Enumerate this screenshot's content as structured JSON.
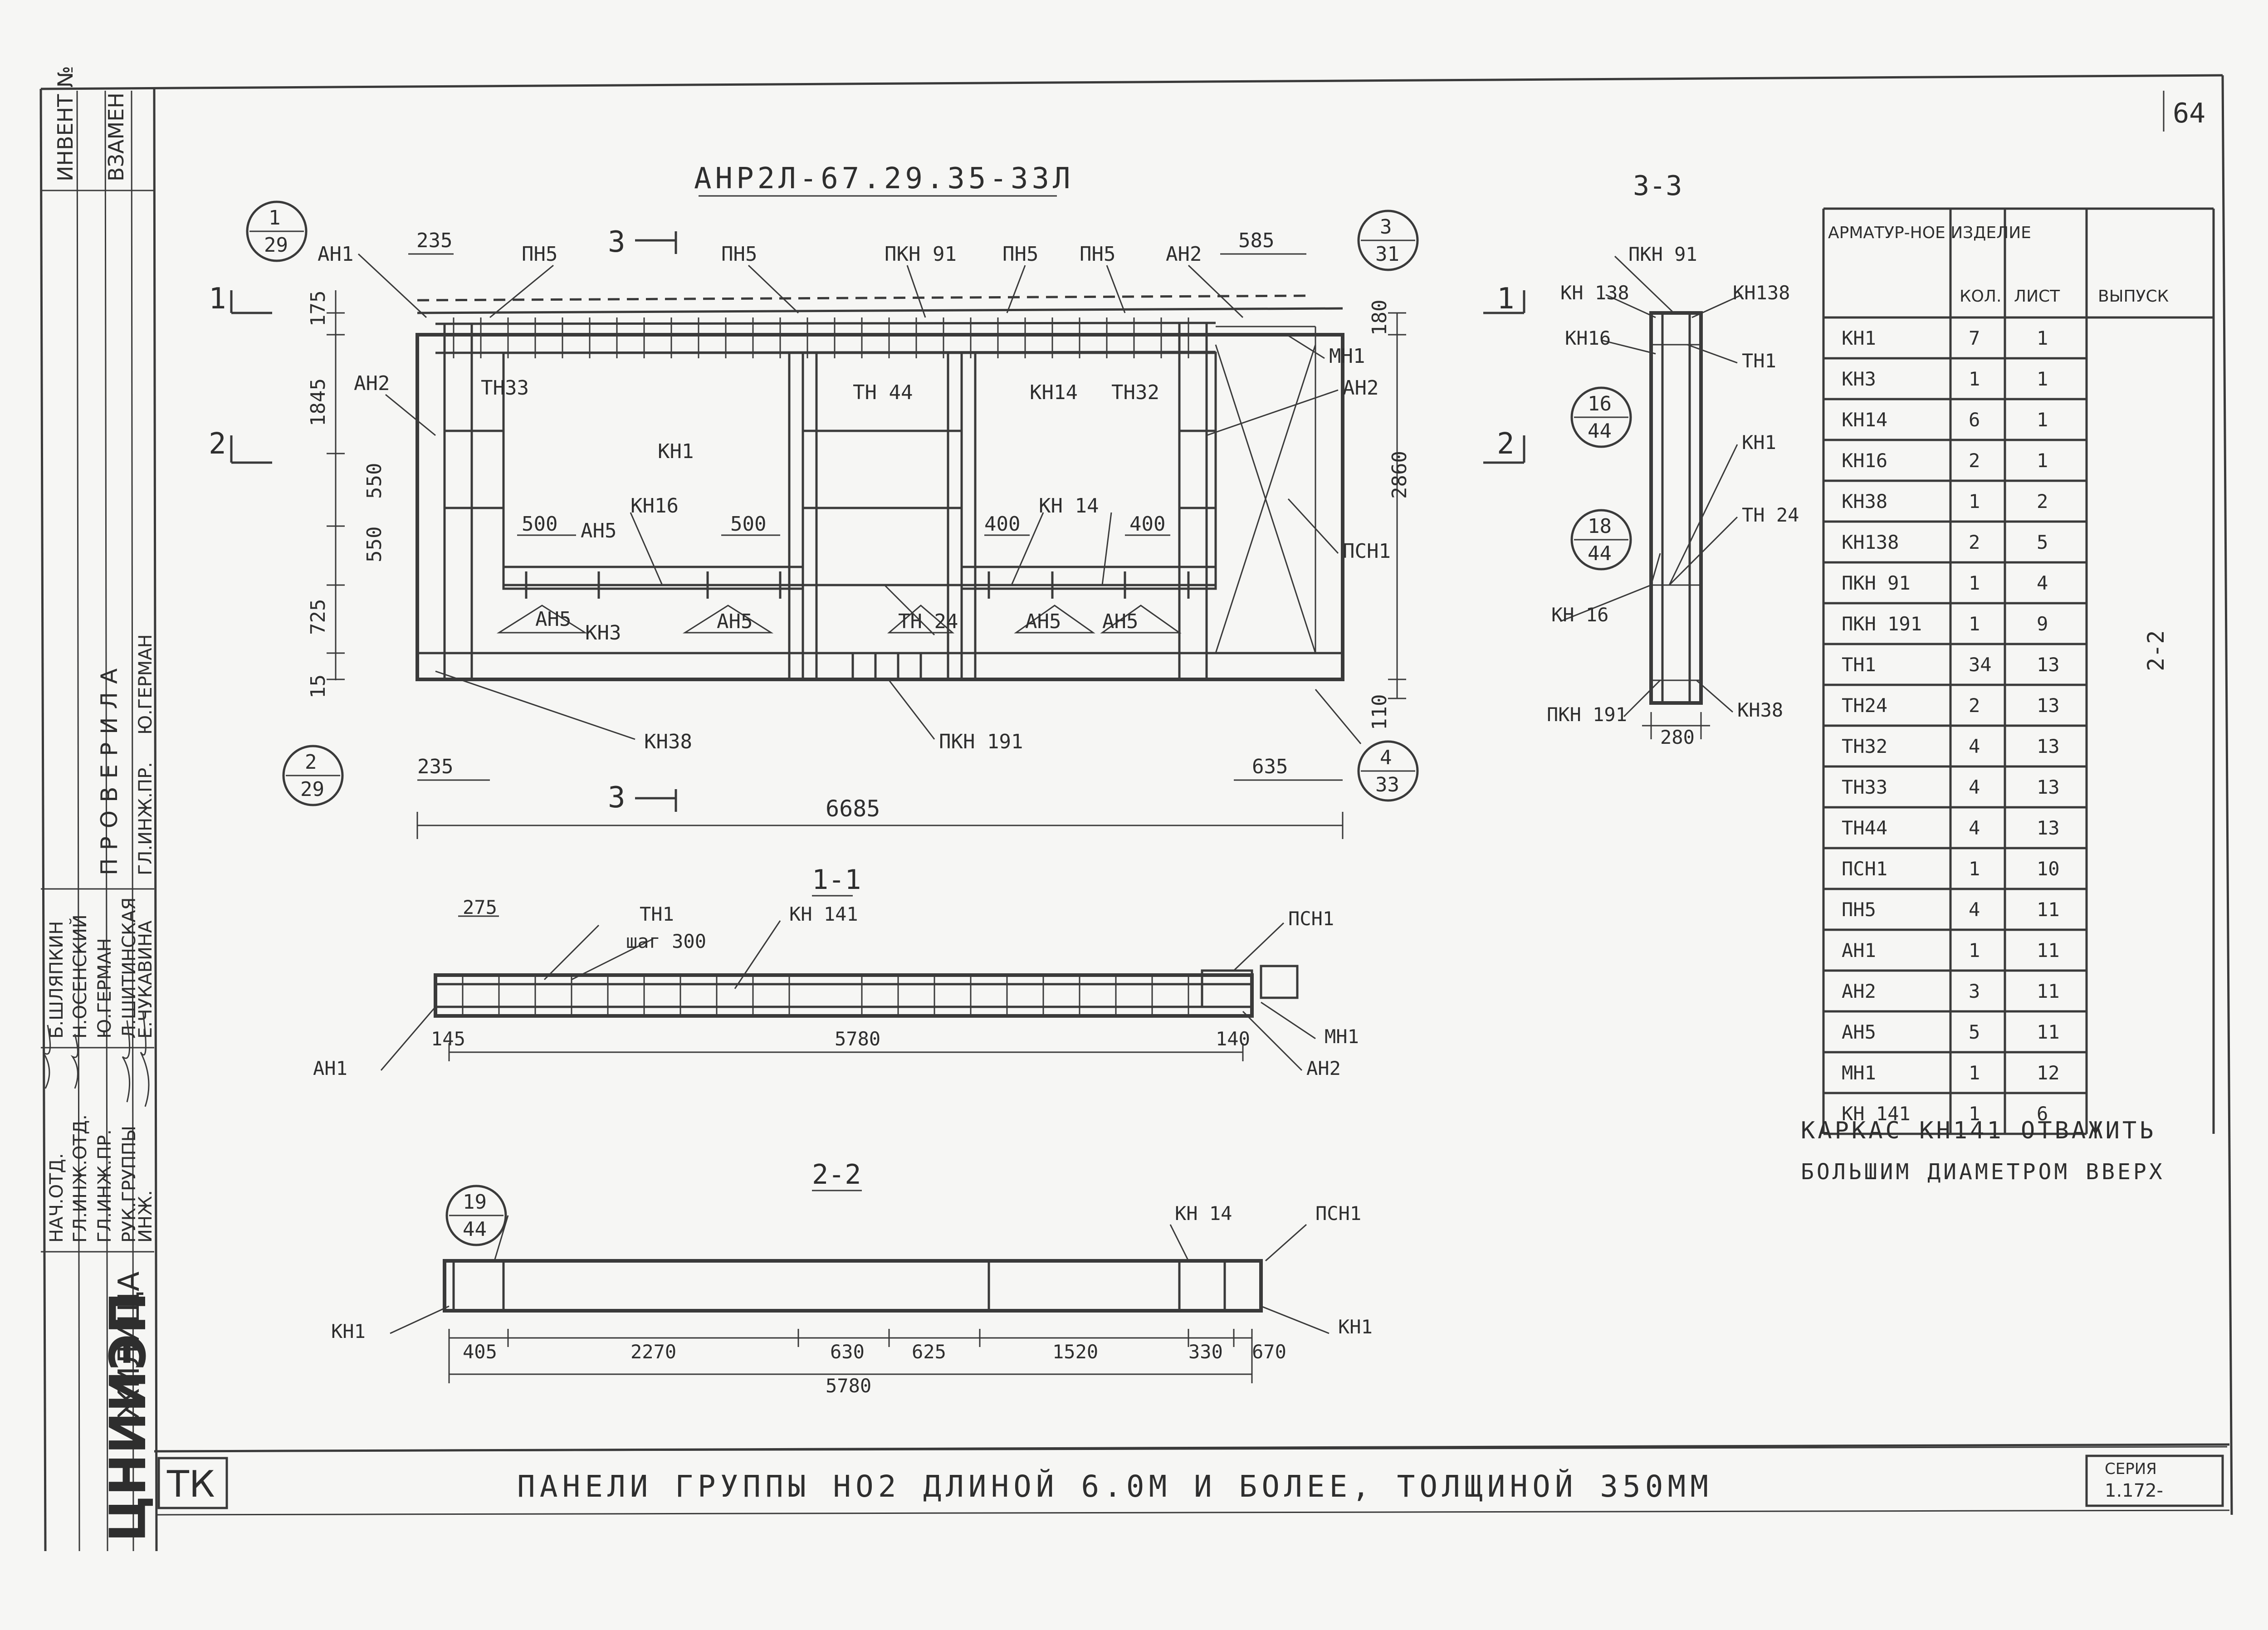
{
  "drawing": {
    "main_title": "АНР2Л-67.29.35-33Л",
    "sheet_no": "64",
    "callouts": {
      "c1": [
        "1",
        "29"
      ],
      "c2": [
        "2",
        "29"
      ],
      "c3": [
        "3",
        "31"
      ],
      "c4": [
        "4",
        "33"
      ],
      "c16": [
        "16",
        "44"
      ],
      "c18": [
        "18",
        "44"
      ],
      "c19": [
        "19",
        "44"
      ]
    },
    "section_marks": {
      "s1": "1",
      "s2": "2",
      "s3": "3"
    },
    "elevation_labels": {
      "an1": "АН1",
      "pn5a": "ПН5",
      "pn5b": "ПН5",
      "pkn91": "ПКН 91",
      "pn5c": "ПН5",
      "pn5d": "ПН5",
      "an2_top": "АН2",
      "mn1": "МН1",
      "an2_right": "АН2",
      "an2_left": "АН2",
      "th33": "ТН33",
      "th44": "ТН 44",
      "kn14_top": "КН14",
      "th32": "ТН32",
      "kn1": "КН1",
      "psn1": "ПСН1",
      "an5_1": "АН5",
      "kn16": "КН16",
      "kn14_mid": "КН 14",
      "an5_2": "АН5",
      "kn3": "КН3",
      "an5_3": "АН5",
      "th24": "ТН 24",
      "an5_4": "АН5",
      "an5_5": "АН5",
      "kn38": "КН38",
      "pkn191": "ПКН 191"
    },
    "elevation_dims": {
      "d235t": "235",
      "d585": "585",
      "d175": "175",
      "d180": "180",
      "d1845": "1845",
      "d550a": "550",
      "d550b": "550",
      "d2860": "2860",
      "d500a": "500",
      "d500b": "500",
      "d400a": "400",
      "d400b": "400",
      "d725": "725",
      "d15": "15",
      "d110": "110",
      "d235b": "235",
      "d635": "635",
      "d6685": "6685"
    },
    "section33": {
      "title": "3-3",
      "labels": {
        "pkn91": "ПКН 91",
        "kn138a": "КН 138",
        "kn138b": "КН138",
        "kn16a": "КН16",
        "th1": "ТН1",
        "kn1": "КН1",
        "th24": "ТН 24",
        "kn16b": "КН 16",
        "pkn191": "ПКН 191",
        "kn38": "КН38"
      },
      "dim280": "280"
    },
    "section11": {
      "title": "1-1",
      "labels": {
        "th1": "ТН1",
        "step": "шаг 300",
        "kn141": "КН 141",
        "psn1": "ПСН1",
        "an1": "АН1",
        "mn1": "МН1",
        "an2": "АН2"
      },
      "dims": {
        "d275": "275",
        "d145": "145",
        "d5780": "5780",
        "d140": "140"
      }
    },
    "section22": {
      "title": "2-2",
      "labels": {
        "kn1l": "КН1",
        "kn14": "КН 14",
        "psn1": "ПСН1",
        "kn1r": "КН1"
      },
      "dims": {
        "d405": "405",
        "d2270": "2270",
        "d630": "630",
        "d625": "625",
        "d1520": "1520",
        "d330": "330",
        "d670": "670",
        "d5780": "5780"
      }
    }
  },
  "spec_table": {
    "headers": [
      "АРМАТУР-НОЕ ИЗДЕЛИЕ",
      "КОЛ.",
      "ЛИСТ",
      "ВЫПУСК"
    ],
    "vypusk": "2-2",
    "rows": [
      [
        "КН1",
        "7",
        "1"
      ],
      [
        "КН3",
        "1",
        "1"
      ],
      [
        "КН14",
        "6",
        "1"
      ],
      [
        "КН16",
        "2",
        "1"
      ],
      [
        "КН38",
        "1",
        "2"
      ],
      [
        "КН138",
        "2",
        "5"
      ],
      [
        "ПКН 91",
        "1",
        "4"
      ],
      [
        "ПКН 191",
        "1",
        "9"
      ],
      [
        "ТН1",
        "34",
        "13"
      ],
      [
        "ТН24",
        "2",
        "13"
      ],
      [
        "ТН32",
        "4",
        "13"
      ],
      [
        "ТН33",
        "4",
        "13"
      ],
      [
        "ТН44",
        "4",
        "13"
      ],
      [
        "ПСН1",
        "1",
        "10"
      ],
      [
        "ПН5",
        "4",
        "11"
      ],
      [
        "АН1",
        "1",
        "11"
      ],
      [
        "АН2",
        "3",
        "11"
      ],
      [
        "АН5",
        "5",
        "11"
      ],
      [
        "МН1",
        "1",
        "12"
      ],
      [
        "КН 141",
        "1",
        "6"
      ]
    ],
    "note_line1": "КАРКАС КН141 ОТВАЖИТЬ",
    "note_line2": "БОЛЬШИМ ДИАМЕТРОМ ВВЕРХ"
  },
  "title_block": {
    "left_tk": "ТК",
    "title": "ПАНЕЛИ ГРУППЫ НО2 ДЛИНОЙ 6.0М И БОЛЕЕ, ТОЛЩИНОЙ 350ММ",
    "series_label": "СЕРИЯ",
    "series_value": "1.172-"
  },
  "side_stamp": {
    "invent": "ИНВЕНТ №",
    "vzamen": "ВЗАМЕН",
    "roles": [
      "НАЧ.ОТД.",
      "ГЛ.ИНЖ.ОТД.",
      "ГЛ.ИНЖ.ПР.",
      "РУК.ГРУППЫ",
      "ИНЖ."
    ],
    "names": [
      "Б.ШЛЯПКИН",
      "Н.ОСЕНСКИЙ",
      "Ю.ГЕРМАН",
      "Л.ШИТИНСКАЯ",
      "Е.ЧУКАВИНА"
    ],
    "proveril": "ПРОВЕРИЛА",
    "prov_role": "ГЛ.ИНЖ.ПР.",
    "prov_name": "Ю.ГЕРМАН",
    "org_short": "ЖИЛИЩА",
    "org": "ЦНИИЭП"
  }
}
